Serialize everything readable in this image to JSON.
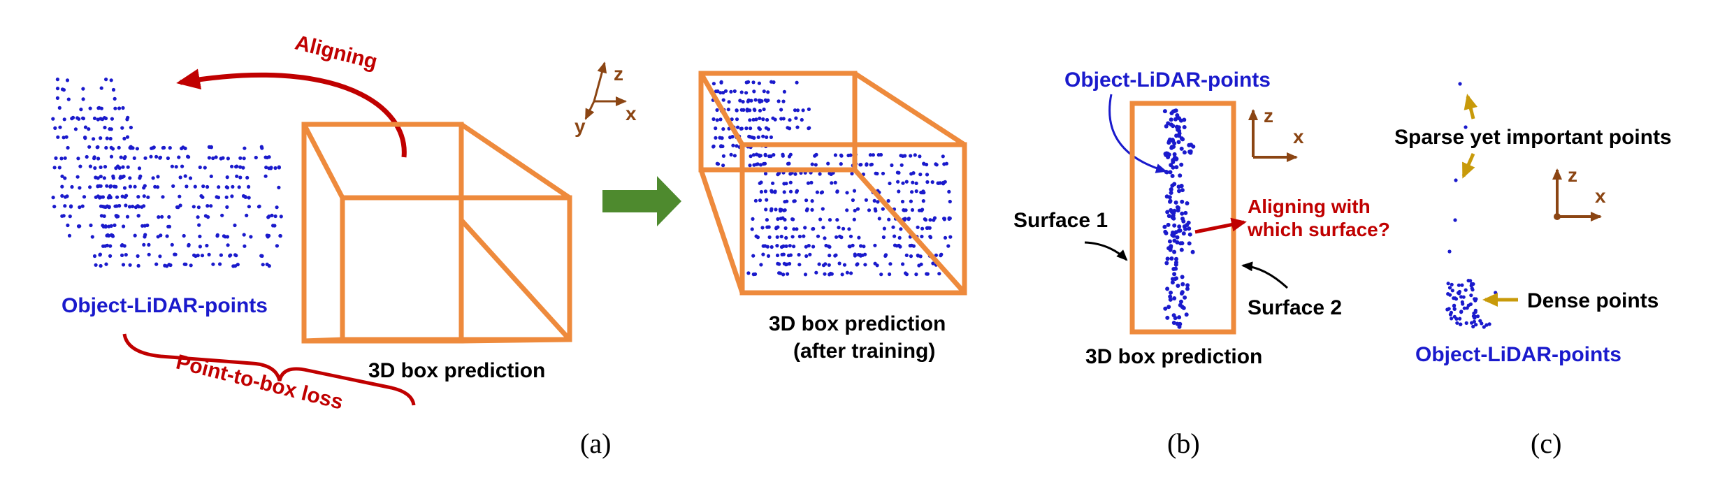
{
  "panel_a": {
    "aligning": "Aligning",
    "object_points": "Object-LiDAR-points",
    "box_prediction": "3D box prediction",
    "loss": "Point-to-box loss",
    "axis_z": "z",
    "axis_y": "y",
    "axis_x": "x",
    "after_line1": "3D box prediction",
    "after_line2": "(after training)",
    "caption": "(a)"
  },
  "panel_b": {
    "object_points": "Object-LiDAR-points",
    "surface1": "Surface 1",
    "surface2": "Surface 2",
    "question_line1": "Aligning with",
    "question_line2": "which surface?",
    "box_prediction": "3D box prediction",
    "axis_z": "z",
    "axis_x": "x",
    "caption": "(b)"
  },
  "panel_c": {
    "sparse": "Sparse yet important points",
    "dense": "Dense points",
    "object_points": "Object-LiDAR-points",
    "axis_z": "z",
    "axis_x": "x",
    "caption": "(c)"
  },
  "colors": {
    "box": "#EE8A3C",
    "points": "#1a1acc",
    "red": "#C00000",
    "green": "#4E8A2E",
    "axis_brown": "#8B4513",
    "gold": "#C89A0A"
  }
}
